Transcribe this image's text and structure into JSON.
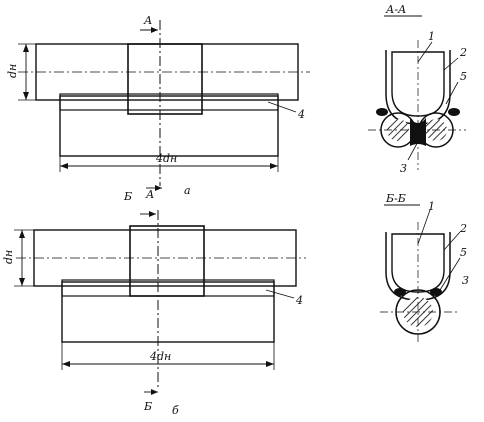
{
  "labels": {
    "section_a_top": "А",
    "dim_d_top": "dн",
    "dim_4d_top": "4dн",
    "section_b_mid": "Б",
    "section_a_mid": "А",
    "caption_a": "а",
    "dim_d_bottom": "dн",
    "dim_4d_bottom": "4dн",
    "section_b_bottom": "Б",
    "caption_b": "б",
    "part_4_top": "4",
    "part_4_bottom": "4",
    "view_aa_title": "А-А",
    "view_bb_title": "Б-Б",
    "aa_part1": "1",
    "aa_part2": "2",
    "aa_part5": "5",
    "aa_part3": "3",
    "bb_part1": "1",
    "bb_part2": "2",
    "bb_part5": "5",
    "bb_part3": "3"
  }
}
